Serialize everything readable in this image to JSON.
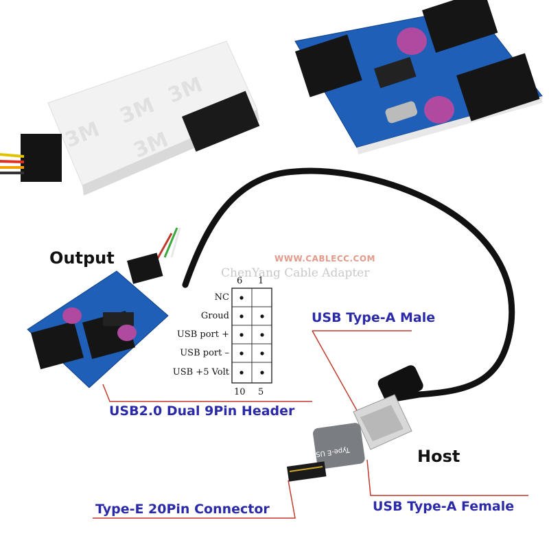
{
  "labels": {
    "output": "Output",
    "host": "Host",
    "usb_a_male": "USB Type-A Male",
    "usb_header": "USB2.0 Dual 9Pin Header",
    "type_e": "Type-E 20Pin Connector",
    "usb_a_female": "USB Type-A Female"
  },
  "watermark": {
    "url": "WWW.CABLECC.COM",
    "brand": "ChenYang Cable Adapter"
  },
  "pinout": {
    "top_numbers": [
      "6",
      "1"
    ],
    "bottom_numbers": [
      "10",
      "5"
    ],
    "rows": [
      "NC",
      "Groud",
      "USB port +",
      "USB port –",
      "USB +5 Volt"
    ]
  },
  "adhesive_text": "3M",
  "adapter_text": "Type-E USB",
  "colors": {
    "label_blue": "#2a2aa8",
    "leader_red": "#c0392b",
    "pcb_blue": "#1f5fb8",
    "connector_black": "#151515"
  }
}
